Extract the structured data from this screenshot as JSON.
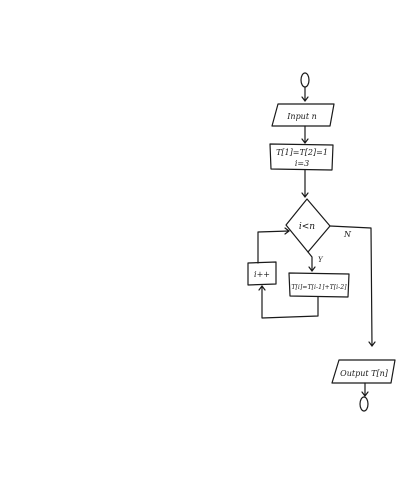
{
  "flowchart": {
    "start_label": "O",
    "input_label": "Input n",
    "init_line1": "T[1]=T[2]=1",
    "init_line2": "i=3",
    "decision_label": "i<n",
    "yes_label": "Y",
    "no_label": "N",
    "update_label": "T[i]=T[i-1]+T[i-2]",
    "increment_label": "i++",
    "output_label": "Output T[n]",
    "end_label": "O"
  }
}
